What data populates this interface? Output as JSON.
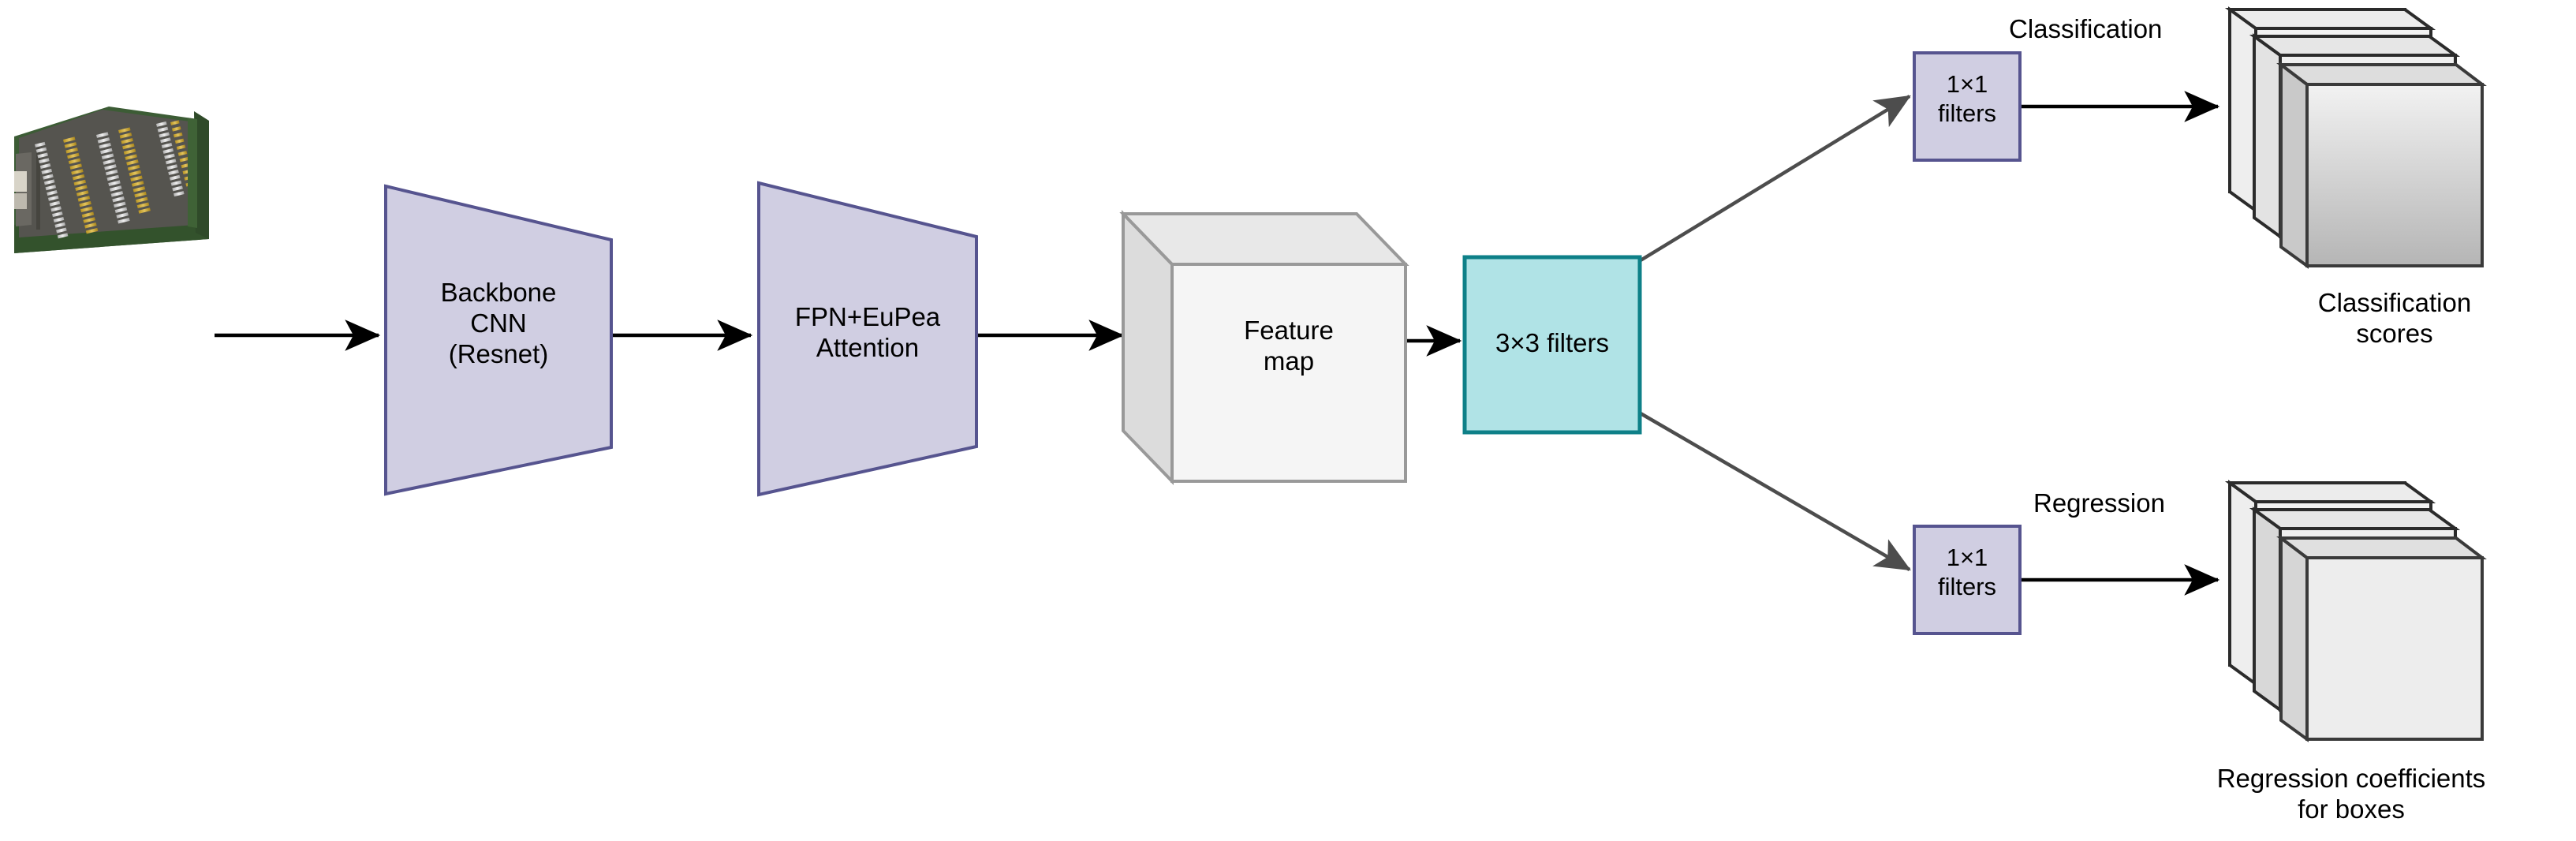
{
  "diagram": {
    "title": "Object detection network architecture pipeline",
    "type": "flow-diagram",
    "background_color": "#ffffff"
  },
  "colors": {
    "lavender_fill": "#d0cee2",
    "lavender_stroke": "#56548f",
    "teal_fill": "#b0e3e6",
    "teal_stroke": "#0e8088",
    "cube_front": "#f5f5f5",
    "cube_top": "#e6e6e6",
    "cube_side": "#dcdcdc",
    "cube_stroke": "#999999",
    "stack_stroke": "#36393d",
    "arrow_black": "#000000",
    "arrow_gray": "#4d4d4d",
    "text": "#000000",
    "pcb_green": "#3b5a33",
    "pcb_dark": "#5a5a56",
    "pcb_gold": "#c9a227",
    "pcb_silver": "#d9d9d9"
  },
  "nodes": {
    "input_image": {
      "name": "Input image (circuit board photo)",
      "icon": "pcb-photo"
    },
    "backbone": {
      "line1": "Backbone",
      "line2": "CNN",
      "line3": "(Resnet)",
      "shape": "trapezoid"
    },
    "fpn": {
      "line1": "FPN+EuPea",
      "line2": "Attention",
      "shape": "trapezoid"
    },
    "feature_map": {
      "line1": "Feature",
      "line2": "map",
      "shape": "cube"
    },
    "conv3x3": {
      "label": "3×3 filters",
      "shape": "rect"
    },
    "conv1x1_top": {
      "line1": "1×1",
      "line2": "filters",
      "shape": "rect"
    },
    "conv1x1_bottom": {
      "line1": "1×1",
      "line2": "filters",
      "shape": "rect"
    },
    "classification_stack": {
      "caption_line1": "Classification",
      "caption_line2": "scores",
      "shape": "stacked-planes",
      "plane_count": 3
    },
    "regression_stack": {
      "caption_line1": "Regression coefficients",
      "caption_line2": "for boxes",
      "shape": "stacked-planes",
      "plane_count": 3
    }
  },
  "edges": {
    "e1_label": "",
    "e2_label": "",
    "e3_label": "",
    "e4_label": "",
    "classification_branch_label": "Classification",
    "regression_branch_label": "Regression"
  }
}
